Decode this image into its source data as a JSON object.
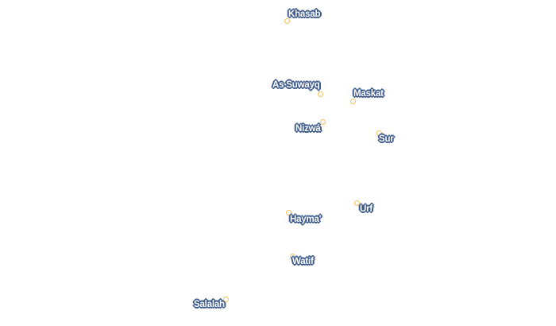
{
  "map": {
    "colors": {
      "background": "#ffffff",
      "marker_stroke": "#f0c25a",
      "label_fill": "#ffffff",
      "label_halo": "#3d5b8c"
    },
    "cities": [
      {
        "name": "Khasab"
      },
      {
        "name": "As Suwayq"
      },
      {
        "name": "Maskat"
      },
      {
        "name": "Nizwá"
      },
      {
        "name": "Sur"
      },
      {
        "name": "Urf"
      },
      {
        "name": "Hayma'"
      },
      {
        "name": "Watif"
      },
      {
        "name": "Salalah"
      }
    ]
  }
}
